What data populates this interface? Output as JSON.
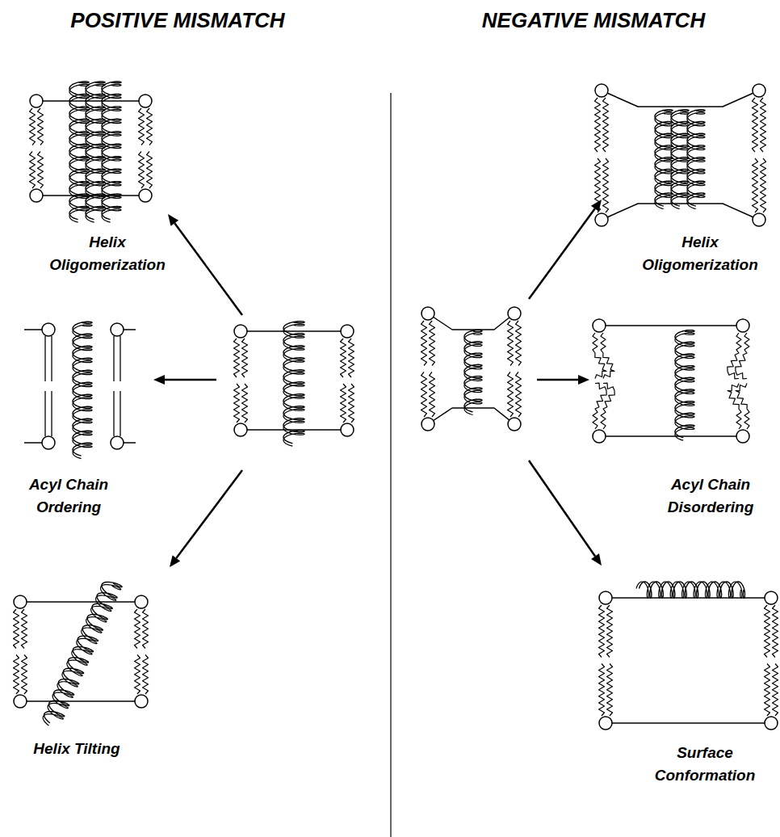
{
  "diagram": {
    "labels": [
      "POSITIVE MISMATCH",
      "NEGATIVE MISMATCH",
      "Helix Oligomerization",
      "Helix Oligomerization",
      "Acyl Chain Ordering",
      "Acyl Chain Disordering",
      "Helix Tilting",
      "Surface Conformation"
    ]
  }
}
